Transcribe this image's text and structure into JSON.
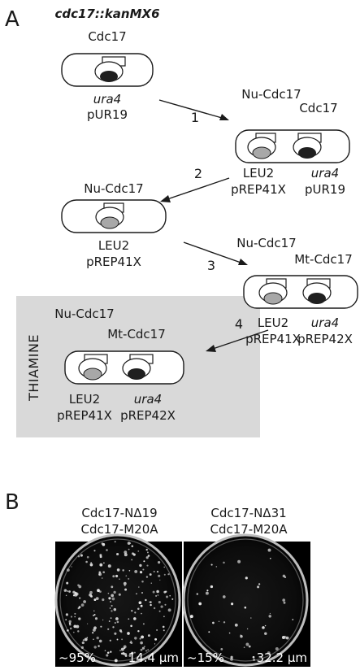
{
  "panel_a": {
    "letter": "A",
    "strain_label": "cdc17::kanMX6",
    "cell1": {
      "proteins": [
        "Cdc17"
      ],
      "plasmids": [
        {
          "marker": "ura4",
          "vector": "pUR19",
          "marker_italic": true,
          "fill": "#1f1f1f"
        }
      ]
    },
    "step1": "1",
    "cell2": {
      "proteins": [
        "Nu-Cdc17",
        "Cdc17"
      ],
      "plasmids": [
        {
          "marker": "LEU2",
          "vector": "pREP41X",
          "marker_italic": false,
          "fill": "#a8a8a8"
        },
        {
          "marker": "ura4",
          "vector": "pUR19",
          "marker_italic": true,
          "fill": "#1f1f1f"
        }
      ]
    },
    "step2": "2",
    "cell3": {
      "proteins": [
        "Nu-Cdc17"
      ],
      "plasmids": [
        {
          "marker": "LEU2",
          "vector": "pREP41X",
          "marker_italic": false,
          "fill": "#a8a8a8"
        }
      ]
    },
    "step3": "3",
    "cell4": {
      "proteins": [
        "Nu-Cdc17",
        "Mt-Cdc17"
      ],
      "plasmids": [
        {
          "marker": "LEU2",
          "vector": "pREP41X",
          "marker_italic": false,
          "fill": "#a8a8a8"
        },
        {
          "marker": "ura4",
          "vector": "pREP42X",
          "marker_italic": true,
          "fill": "#1f1f1f"
        }
      ]
    },
    "step4": "4",
    "thiamine_label": "THIAMINE",
    "thiamine_box_color": "#d9d9d9",
    "cell5": {
      "proteins": [
        "Nu-Cdc17",
        "Mt-Cdc17"
      ],
      "plasmids": [
        {
          "marker": "LEU2",
          "vector": "pREP41X",
          "marker_italic": false,
          "fill": "#a8a8a8"
        },
        {
          "marker": "ura4",
          "vector": "pREP42X",
          "marker_italic": true,
          "fill": "#1f1f1f"
        }
      ]
    }
  },
  "panel_b": {
    "letter": "B",
    "plates": [
      {
        "caption_line1": "Cdc17-NΔ19",
        "caption_line2": "Cdc17-M20A",
        "percent": "~95%",
        "scale": "14.4 μm",
        "colony_density": 0.95
      },
      {
        "caption_line1": "Cdc17-NΔ31",
        "caption_line2": "Cdc17-M20A",
        "percent": "~15%",
        "scale": "32.2 μm",
        "colony_density": 0.15
      }
    ]
  }
}
